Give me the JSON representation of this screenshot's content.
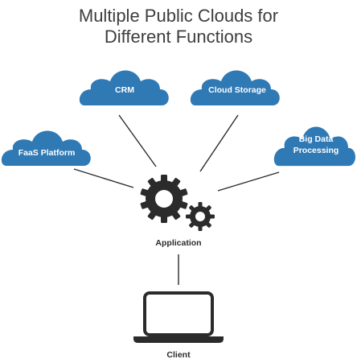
{
  "title": {
    "line1": "Multiple Public Clouds for",
    "line2": "Different Functions"
  },
  "clouds": [
    {
      "id": "faas",
      "label_lines": [
        "FaaS Platform"
      ]
    },
    {
      "id": "crm",
      "label_lines": [
        "CRM"
      ]
    },
    {
      "id": "storage",
      "label_lines": [
        "Cloud Storage"
      ]
    },
    {
      "id": "bigdata",
      "label_lines": [
        "Big Data",
        "Processing"
      ]
    }
  ],
  "application": {
    "label": "Application",
    "icon": "gears-icon"
  },
  "client": {
    "label": "Client",
    "icon": "laptop-icon"
  },
  "colors": {
    "cloud_fill": "#2f79b5",
    "cloud_text": "#ffffff",
    "line": "#2b2b2b",
    "gear": "#2b2b2b",
    "title": "#3d3d3d"
  }
}
